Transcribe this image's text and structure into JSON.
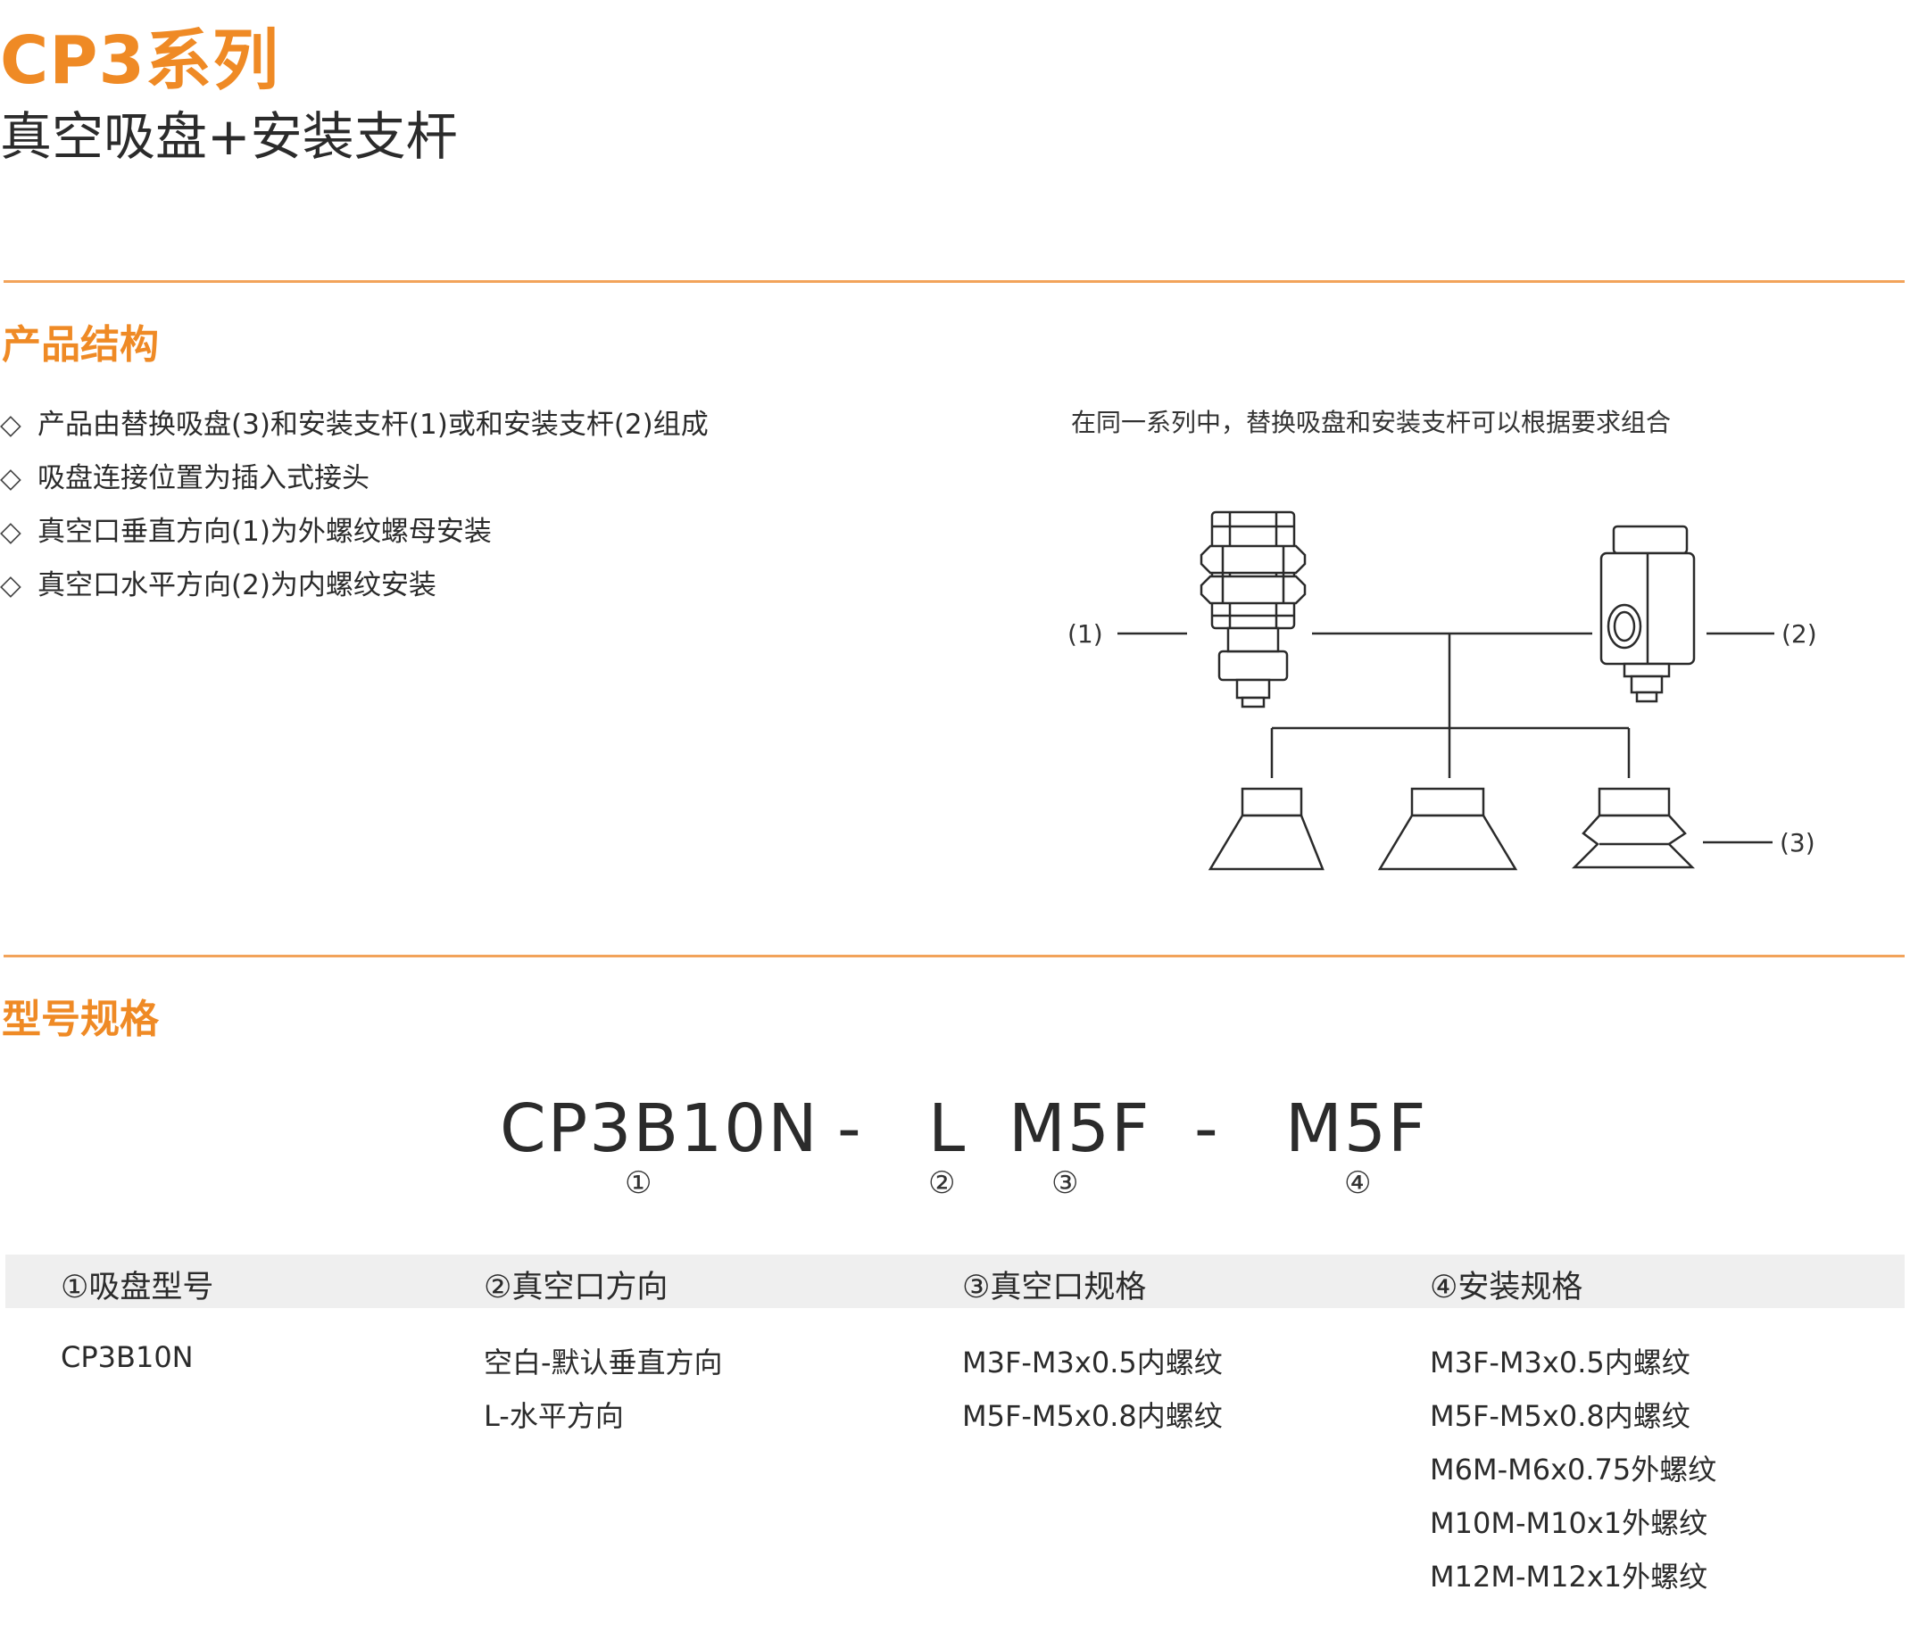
{
  "header": {
    "series": "CP3系列",
    "subtitle": "真空吸盘+安装支杆"
  },
  "structure": {
    "title": "产品结构",
    "bullet_symbol": "◇",
    "bullets": [
      "产品由替换吸盘(3)和安装支杆(1)或和安装支杆(2)组成",
      "吸盘连接位置为插入式接头",
      "真空口垂直方向(1)为外螺纹螺母安装",
      "真空口水平方向(2)为内螺纹安装"
    ],
    "diagram_caption": "在同一系列中，替换吸盘和安装支杆可以根据要求组合",
    "labels": {
      "l1": "(1)",
      "l2": "(2)",
      "l3": "(3)"
    }
  },
  "model": {
    "title": "型号规格",
    "code": {
      "part1": "CP3B10N",
      "dash1": "-",
      "part2": "L",
      "part3": "M5F",
      "dash2": "-",
      "part4": "M5F"
    },
    "marks": {
      "m1": "①",
      "m2": "②",
      "m3": "③",
      "m4": "④"
    },
    "columns": [
      {
        "header": "①吸盘型号",
        "items": [
          "CP3B10N"
        ]
      },
      {
        "header": "②真空口方向",
        "items": [
          "空白-默认垂直方向",
          "L-水平方向"
        ]
      },
      {
        "header": "③真空口规格",
        "items": [
          "M3F-M3x0.5内螺纹",
          "M5F-M5x0.8内螺纹"
        ]
      },
      {
        "header": "④安装规格",
        "items": [
          "M3F-M3x0.5内螺纹",
          "M5F-M5x0.8内螺纹",
          "M6M-M6x0.75外螺纹",
          "M10M-M10x1外螺纹",
          "M12M-M12x1外螺纹"
        ]
      }
    ]
  },
  "colors": {
    "accent": "#ef8a25",
    "rule": "#f2a35a",
    "table_head_bg": "#efefef"
  }
}
